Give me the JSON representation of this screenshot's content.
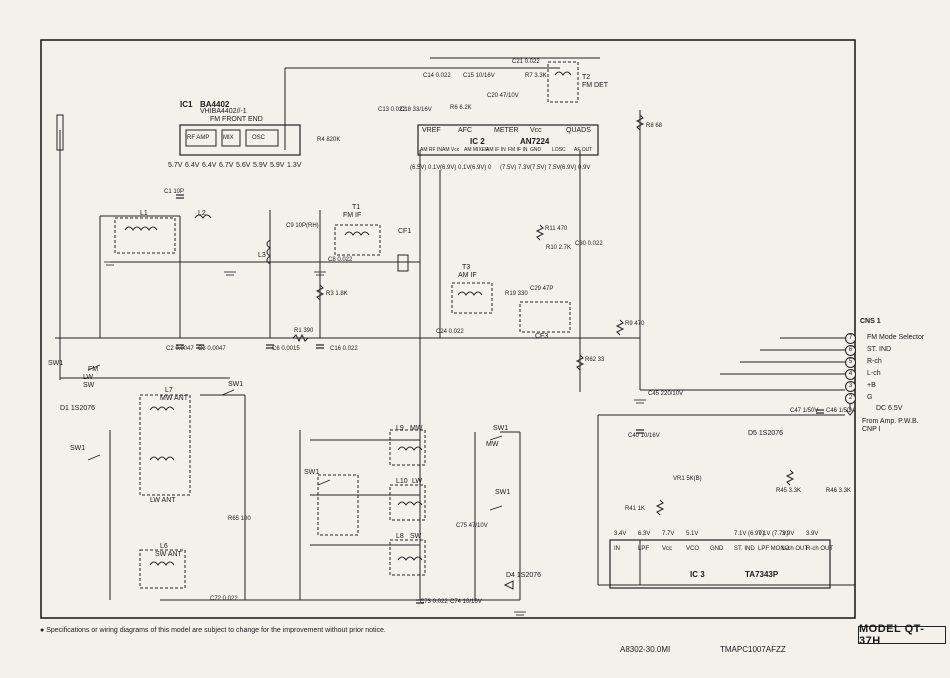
{
  "ic1": {
    "ref": "IC1",
    "part1": "BA4402",
    "part2": "VHIBA4402//-1",
    "name": "FM FRONT END",
    "rf_amp": "RF AMP",
    "mix": "MIX",
    "osc": "OSC",
    "pin_voltages": [
      "5.7V",
      "6.4V",
      "6.4V",
      "6.7V",
      "5.6V",
      "5.9V",
      "5.9V",
      "1.3V"
    ]
  },
  "ic2": {
    "ref": "IC 2",
    "part": "AN7224",
    "top_pins": [
      "VREF",
      "AFC",
      "METER",
      "Vcc",
      "QUADS"
    ],
    "bottom_pins": [
      "AM RF IN",
      "AM Vcc",
      "AM MIXER",
      "AM IF IN",
      "FM IF IN",
      "GND",
      "LOSC",
      "AF OUT"
    ],
    "pin_voltages": [
      "(6.5V) 0.1V",
      "(6.9V) 0.1V",
      "(6.9V) 0",
      "(7.5V) 7.3V",
      "(7.5V) 7.5V",
      "(6.9V) 0.9V"
    ]
  },
  "ic3": {
    "ref": "IC 3",
    "part": "TA7343P",
    "pins": [
      "IN",
      "LPF",
      "Vcc",
      "VCO",
      "GND",
      "ST. IND",
      "LPF MONO",
      "L-ch OUT",
      "R-ch OUT"
    ],
    "pin_voltages": [
      "3.4V",
      "6.3V",
      "7.7V",
      "5.1V",
      "",
      "7.1V (6.9V)",
      "7.1V (7.7V)",
      "3.9V",
      "3.9V"
    ]
  },
  "coils": {
    "l1": "L1",
    "l2": "L2",
    "l3": "L3",
    "l7": "L7",
    "l7_name": "MW ANT",
    "lw_ant": "LW ANT",
    "l6": "L6",
    "l6_name": "SW ANT",
    "l9": "L9",
    "l9_name": "MW",
    "l10": "L10",
    "l10_name": "LW",
    "l8": "L8",
    "l8_name": "SW",
    "t1": "T1",
    "t1_name": "FM IF",
    "t2": "T2",
    "t2_name": "FM DET",
    "t3": "T3",
    "t3_name": "AM IF",
    "cf1": "CF1",
    "cf3": "CF3"
  },
  "switches": {
    "sw1": "SW1",
    "fm": "FM",
    "mw": "MW",
    "lw": "LW",
    "sw": "SW"
  },
  "diodes": {
    "d1": "D1 1S2076",
    "d4": "D4 1S2076",
    "d5": "D5 1S2076"
  },
  "components": [
    {
      "id": "c1",
      "text": "C1 10P"
    },
    {
      "id": "c2",
      "text": "C2 0.0047"
    },
    {
      "id": "c3",
      "text": "C3 0.0047"
    },
    {
      "id": "c6",
      "text": "C6 0.0015"
    },
    {
      "id": "c8",
      "text": "C8 0.022"
    },
    {
      "id": "c9",
      "text": "C9 10P(RH)"
    },
    {
      "id": "c13",
      "text": "C13 0.022"
    },
    {
      "id": "c14",
      "text": "C14 0.022"
    },
    {
      "id": "c15",
      "text": "C15 10/16V"
    },
    {
      "id": "c16",
      "text": "C16 0.022"
    },
    {
      "id": "c18",
      "text": "C18 33/16V"
    },
    {
      "id": "c20",
      "text": "C20 47/10V"
    },
    {
      "id": "c21",
      "text": "C21 0.022"
    },
    {
      "id": "c24",
      "text": "C24 0.022"
    },
    {
      "id": "c29",
      "text": "C29 47P"
    },
    {
      "id": "c30",
      "text": "C30 0.022"
    },
    {
      "id": "c40",
      "text": "C40 10/16V"
    },
    {
      "id": "c45",
      "text": "C45 220/10V"
    },
    {
      "id": "c46",
      "text": "C46 1/50V"
    },
    {
      "id": "c47",
      "text": "C47 1/50V"
    },
    {
      "id": "c72",
      "text": "C72 0.022"
    },
    {
      "id": "c73",
      "text": "C73 0.022"
    },
    {
      "id": "c74",
      "text": "C74 10/16V"
    },
    {
      "id": "c75",
      "text": "C75 47/10V"
    },
    {
      "id": "r1",
      "text": "R1 390"
    },
    {
      "id": "r3",
      "text": "R3 1.8K"
    },
    {
      "id": "r4",
      "text": "R4 820K"
    },
    {
      "id": "r6",
      "text": "R6 6.2K"
    },
    {
      "id": "r7",
      "text": "R7 3.3K"
    },
    {
      "id": "r8",
      "text": "R8 68"
    },
    {
      "id": "r9",
      "text": "R9 470"
    },
    {
      "id": "r10",
      "text": "R10 2.7K"
    },
    {
      "id": "r11",
      "text": "R11 470"
    },
    {
      "id": "r19",
      "text": "R19 330"
    },
    {
      "id": "r41",
      "text": "R41 1K"
    },
    {
      "id": "r45",
      "text": "R45 3.3K"
    },
    {
      "id": "r46",
      "text": "R46 3.3K"
    },
    {
      "id": "r62",
      "text": "R62 33"
    },
    {
      "id": "r65",
      "text": "R65 100"
    },
    {
      "id": "vr1",
      "text": "VR1 5K(B)"
    }
  ],
  "connector": {
    "title": "CNS 1",
    "pins": [
      {
        "num": "7",
        "label": "FM Mode Selector"
      },
      {
        "num": "6",
        "label": "ST. IND"
      },
      {
        "num": "5",
        "label": "R-ch"
      },
      {
        "num": "4",
        "label": "L-ch"
      },
      {
        "num": "3",
        "label": "+B"
      },
      {
        "num": "2",
        "label": "G"
      }
    ],
    "dc_label": "DC 6.5V",
    "from_amp": "From Amp. P.W.B. CNP I"
  },
  "footer": {
    "note": "Specifications or wiring diagrams of this model are subject to change for the improvement without prior notice.",
    "model": "MODEL QT-37H",
    "code1": "A8302-30.0MI",
    "code2": "TMAPC1007AFZZ"
  }
}
